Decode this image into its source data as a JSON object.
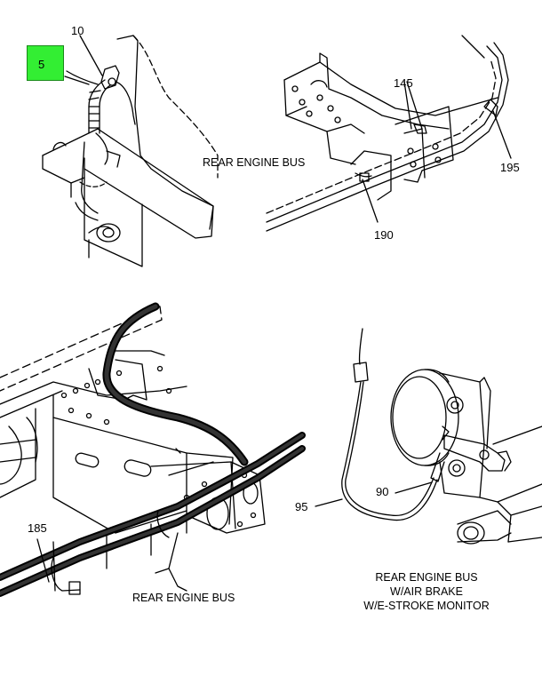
{
  "callouts": {
    "c5": "5",
    "c10": "10",
    "c145": "145",
    "c195": "195",
    "c190": "190",
    "c185": "185",
    "c95": "95",
    "c90": "90"
  },
  "captions": {
    "top_right": "REAR ENGINE BUS",
    "bottom_left": "REAR ENGINE BUS",
    "bottom_right_line1": "REAR ENGINE BUS",
    "bottom_right_line2": "W/AIR BRAKE",
    "bottom_right_line3": "W/E-STROKE MONITOR"
  },
  "colors": {
    "highlight": "#33ee33",
    "line": "#000000"
  }
}
